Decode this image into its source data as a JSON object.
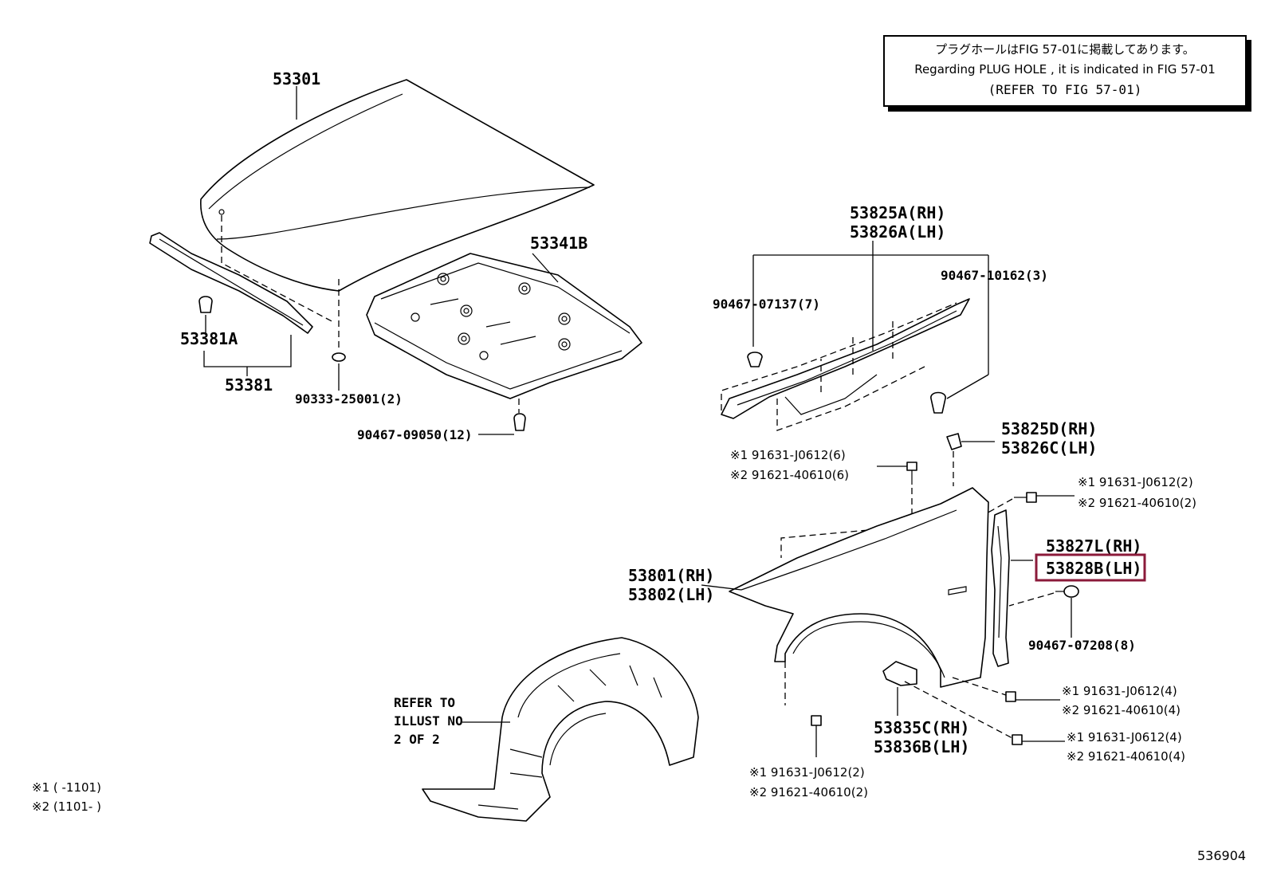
{
  "note_box": {
    "line1": "プラグホールはFIG 57-01に掲載してあります。",
    "line2": "Regarding PLUG HOLE , it is indicated in FIG 57-01",
    "line3": "(REFER TO FIG 57-01)"
  },
  "labels": {
    "p53301": "53301",
    "p53341b": "53341B",
    "p53381a": "53381A",
    "p53381": "53381",
    "p90333": "90333-25001(2)",
    "p90467_09050": "90467-09050(12)",
    "p53825a": "53825A(RH)",
    "p53826a": "53826A(LH)",
    "p90467_07137": "90467-07137(7)",
    "p90467_10162": "90467-10162(3)",
    "p53825d": "53825D(RH)",
    "p53826c": "53826C(LH)",
    "bolt_a1": "※1 91631-J0612(6)",
    "bolt_a2": "※2 91621-40610(6)",
    "bolt_b1": "※1 91631-J0612(2)",
    "bolt_b2": "※2 91621-40610(2)",
    "p53827l": "53827L(RH)",
    "p53828b": "53828B(LH)",
    "p53801": "53801(RH)",
    "p53802": "53802(LH)",
    "p90467_07208": "90467-07208(8)",
    "bolt_c1": "※1 91631-J0612(4)",
    "bolt_c2": "※2 91621-40610(4)",
    "bolt_d1": "※1 91631-J0612(4)",
    "bolt_d2": "※2 91621-40610(4)",
    "p53835c": "53835C(RH)",
    "p53836b": "53836B(LH)",
    "bolt_e1": "※1 91631-J0612(2)",
    "bolt_e2": "※2 91621-40610(2)",
    "refer1": "REFER TO",
    "refer2": "ILLUST NO",
    "refer3": "2 OF 2"
  },
  "footnotes": {
    "n1": "※1 (        -1101)",
    "n2": "※2 (1101-        )"
  },
  "figure_number": "536904",
  "highlight_color": "#8b1a3a"
}
